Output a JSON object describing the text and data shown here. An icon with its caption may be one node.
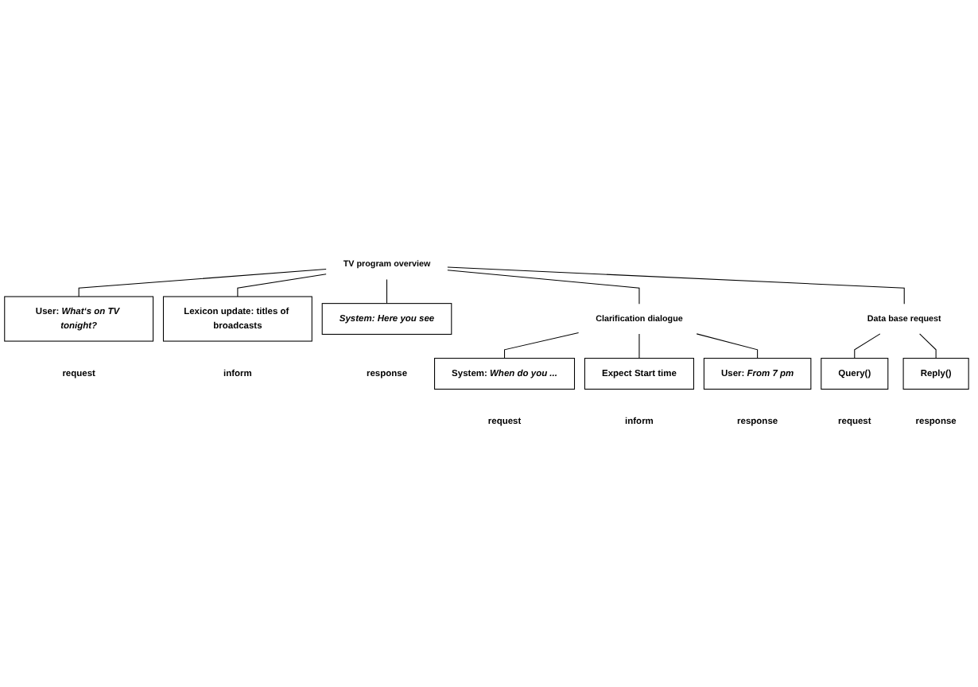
{
  "diagram": {
    "nodes": [
      {
        "text": [
          "TV program overview"
        ]
      },
      {
        "text": [
          "User: *What‘s on TV tonight?*"
        ],
        "beside": [
          "request"
        ]
      },
      {
        "text": [
          "Clarification dialogue"
        ]
      },
      {
        "text": [
          "Data base request"
        ]
      },
      {
        "text": [
          "Lexicon update: titles of broadcasts"
        ],
        "beside": [
          "inform"
        ]
      },
      {
        "text": [
          "System: Here you see"
        ],
        "beside": [
          "response"
        ]
      },
      {
        "text": [
          "System: *When do you ...*"
        ],
        "beside": [
          "request"
        ]
      },
      {
        "text": [
          "Expect Start time"
        ],
        "beside": [
          "inform"
        ]
      },
      {
        "text": [
          "User: *From 7 pm*"
        ],
        "beside": [
          "response"
        ]
      },
      {
        "text": [
          "Query()"
        ],
        "beside": [
          "request"
        ]
      },
      {
        "text": [
          "Reply()"
        ],
        "beside": [
          "response"
        ]
      }
    ],
    "edges": [
      {
        "from": 0,
        "to": 1,
        "arrow": "none"
      },
      {
        "from": 0,
        "to": 2,
        "arrow": "none"
      },
      {
        "from": 0,
        "to": 3,
        "arrow": "none"
      },
      {
        "from": 0,
        "to": 4,
        "arrow": "none"
      },
      {
        "from": 0,
        "to": 5,
        "arrow": "none"
      },
      {
        "from": 2,
        "to": 6,
        "arrow": "none"
      },
      {
        "from": 2,
        "to": 7,
        "arrow": "none"
      },
      {
        "from": 2,
        "to": 8,
        "arrow": "none"
      },
      {
        "from": 3,
        "to": 9,
        "arrow": "none"
      },
      {
        "from": 3,
        "to": 10,
        "arrow": "none"
      }
    ]
  }
}
